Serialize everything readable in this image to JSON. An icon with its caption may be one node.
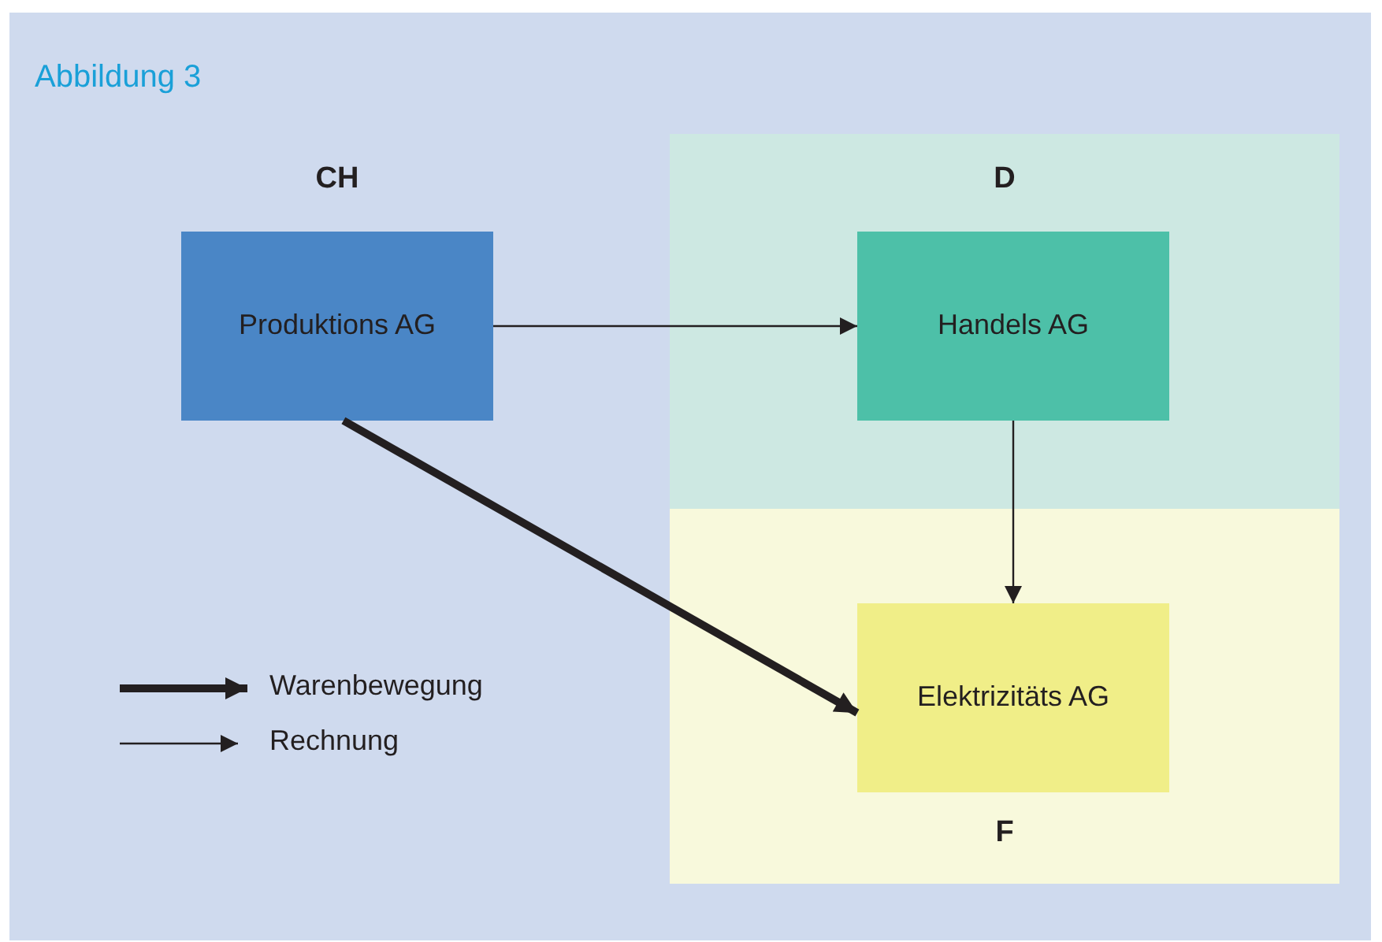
{
  "diagram": {
    "title": "Abbildung 3",
    "nodes": [
      {
        "text": [
          "Produktions AG"
        ]
      },
      {
        "text": [
          "D"
        ]
      },
      {
        "text": [
          "Handels AG"
        ],
        "in": 1
      },
      {
        "text": [
          "F"
        ]
      },
      {
        "text": [
          "Elektrizitäts AG"
        ],
        "in": 3
      }
    ],
    "edges": [
      {
        "from": 0,
        "to": 2,
        "arrow": "to"
      },
      {
        "from": 2,
        "to": 4,
        "arrow": "to"
      },
      {
        "from": 0,
        "to": 4,
        "arrow": "to",
        "style": "thick"
      }
    ],
    "labels": [
      "CH"
    ],
    "legend": [
      {
        "text": "Warenbewegung"
      },
      {
        "text": "Rechnung"
      }
    ]
  }
}
